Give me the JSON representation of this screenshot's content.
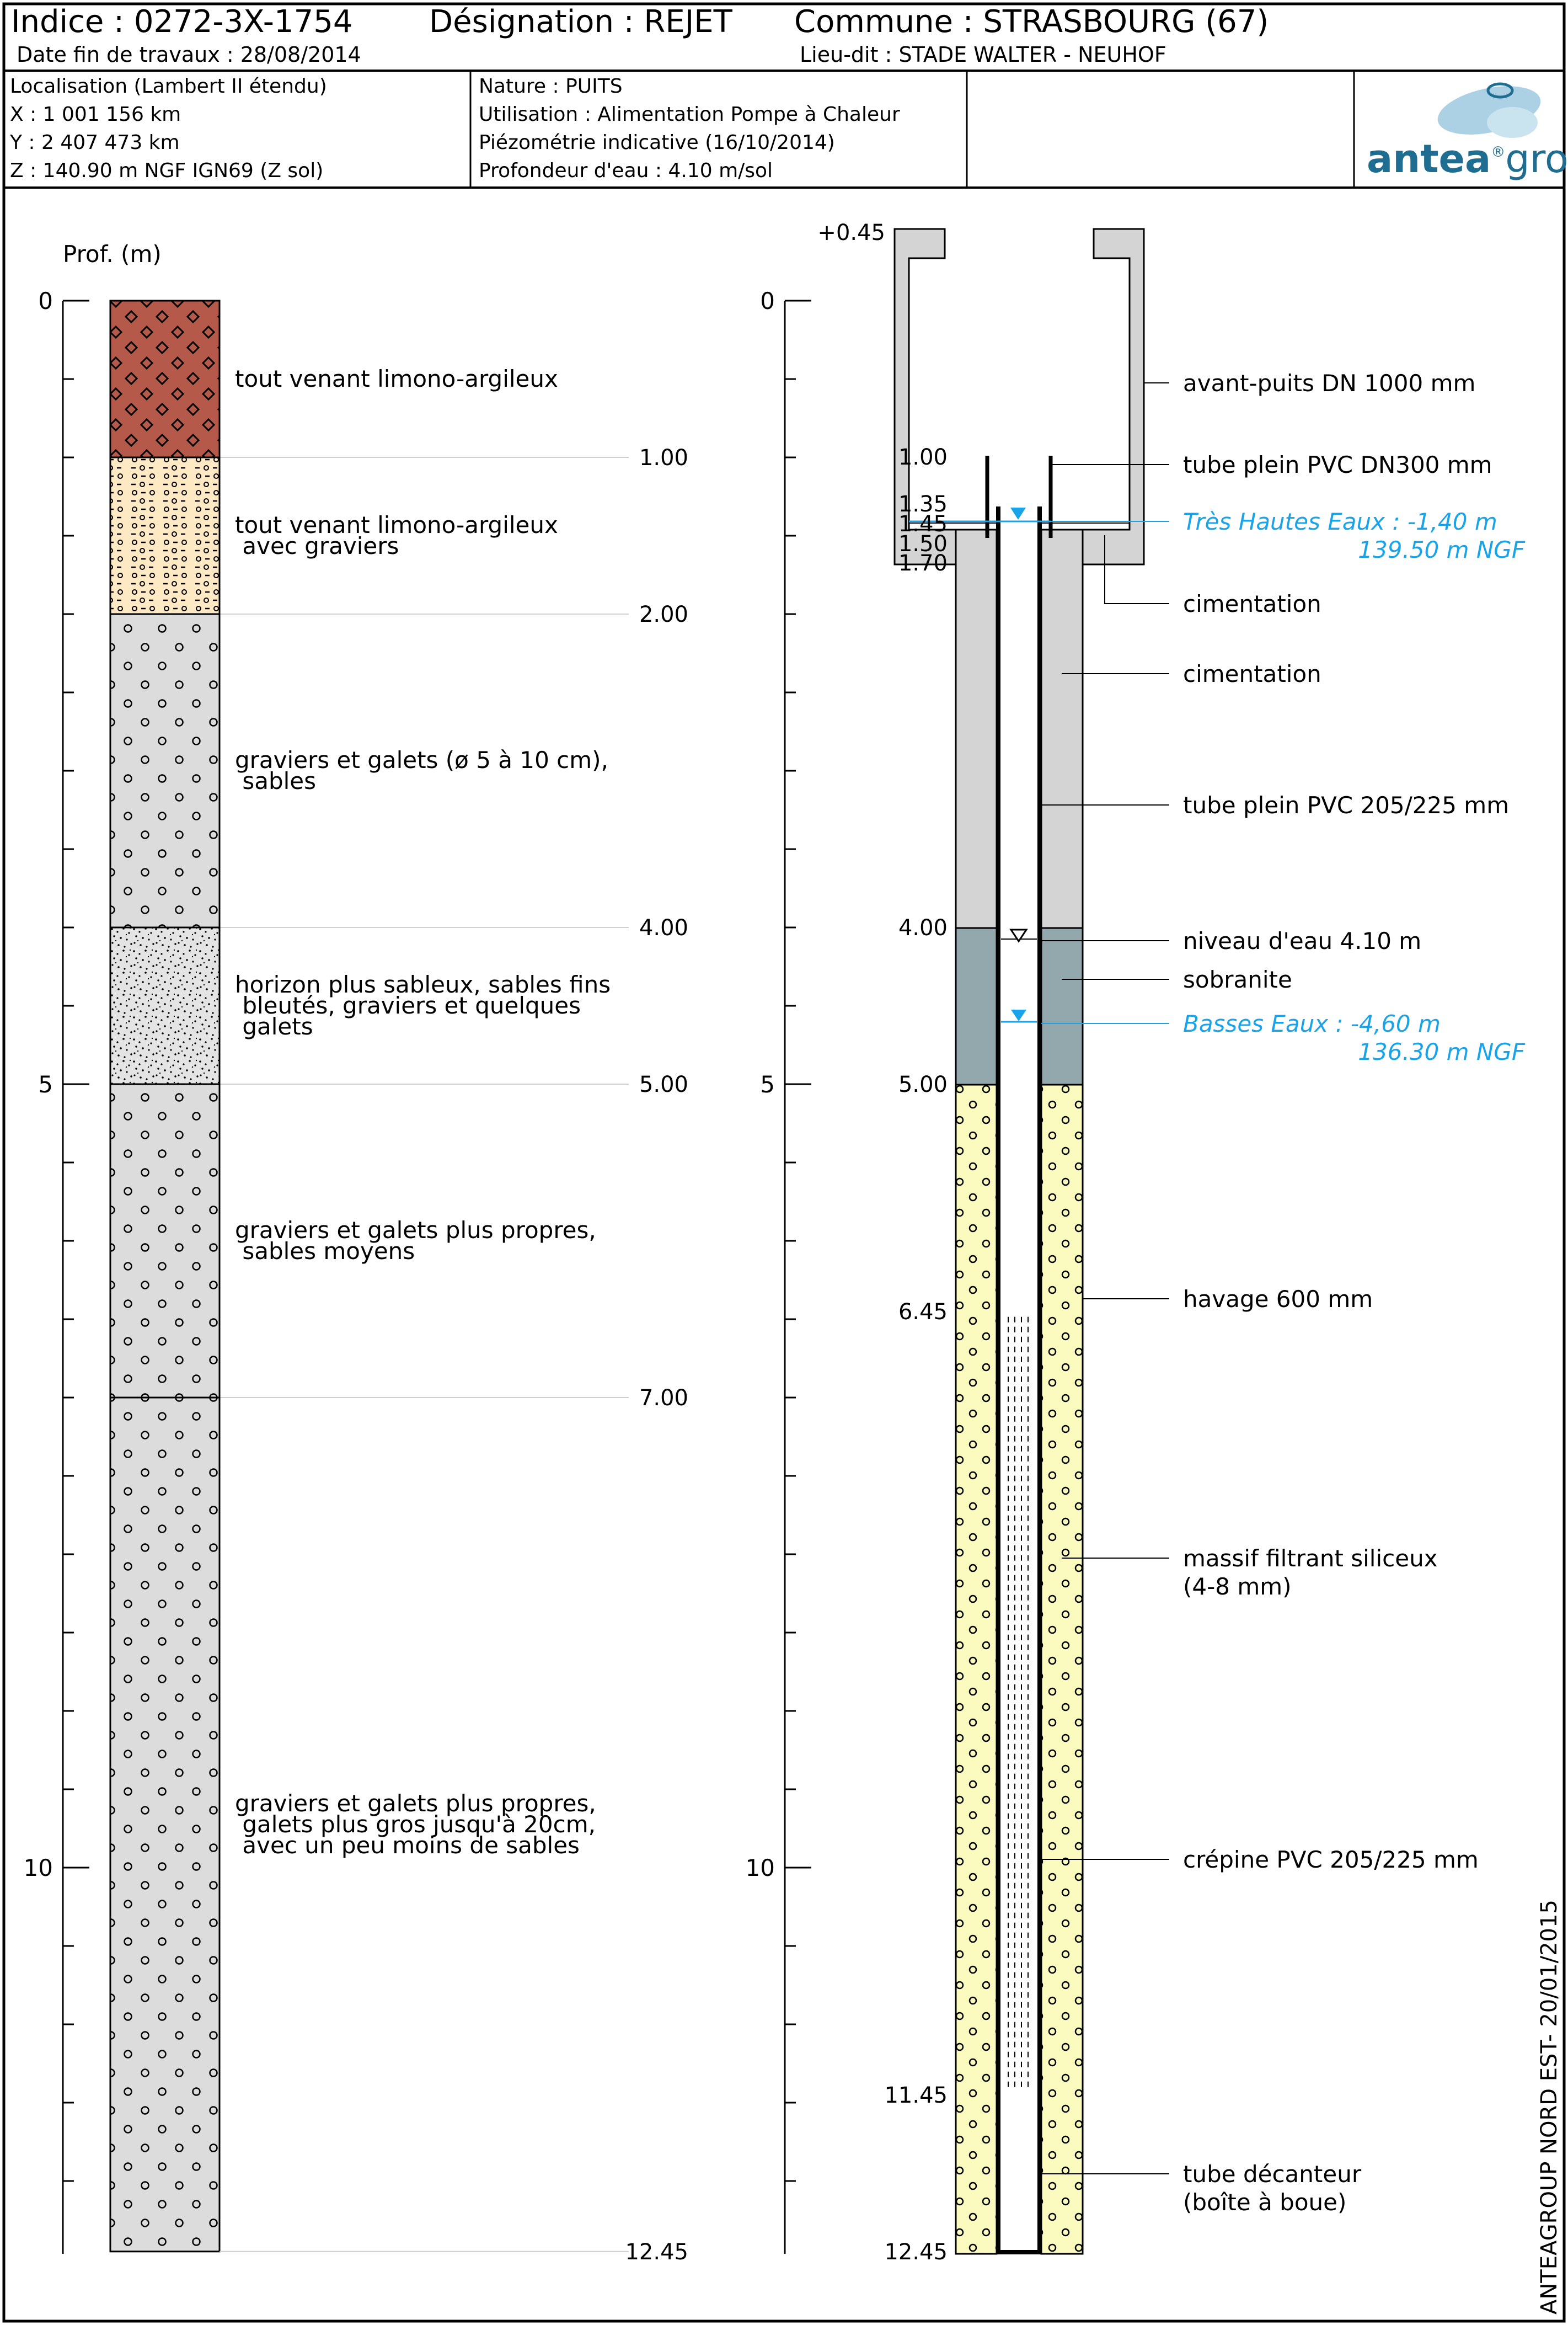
{
  "header": {
    "indice": "Indice : 0272-3X-1754",
    "designation": "Désignation : REJET",
    "commune": "Commune :  STRASBOURG (67)",
    "date_fin": "Date fin de travaux : 28/08/2014",
    "lieu_dit": "Lieu-dit : STADE WALTER - NEUHOF",
    "localisation": "Localisation (Lambert II étendu)",
    "x": "X : 1 001 156 km",
    "y": "Y : 2 407 473 km",
    "z": "Z : 140.90 m NGF IGN69 (Z sol)",
    "nature": "Nature : PUITS",
    "utilisation": "Utilisation : Alimentation Pompe à Chaleur",
    "piezometrie": "Piézométrie indicative (16/10/2014)",
    "profondeur_eau": "Profondeur d'eau : 4.10 m/sol",
    "logo_name": "antea",
    "logo_suffix": "group",
    "logo_reg": "®"
  },
  "colors": {
    "fill_brown": "#b5594a",
    "fill_beige": "#fde9c4",
    "fill_grey": "#dcdcdc",
    "fill_tube": "#d4d4d4",
    "fill_sobranite": "#92a8ac",
    "fill_gravel_pack": "#fbfbc0",
    "water_blue": "#1aa3e8",
    "logo_blue": "#1f6d91"
  },
  "log": {
    "axis_title": "Prof. (m)",
    "axis_ticks": [
      "0",
      "5",
      "10"
    ],
    "layers": [
      {
        "from": 0,
        "to": 1.0,
        "pattern": "diamond",
        "lines": [
          "tout venant limono-argileux"
        ],
        "depth_label": "1.00"
      },
      {
        "from": 1.0,
        "to": 2.0,
        "pattern": "dashdot",
        "lines": [
          "tout venant limono-argileux",
          " avec graviers"
        ],
        "depth_label": "2.00"
      },
      {
        "from": 2.0,
        "to": 4.0,
        "pattern": "circles",
        "lines": [
          "graviers et galets (ø 5 à 10 cm),",
          " sables"
        ],
        "depth_label": "4.00"
      },
      {
        "from": 4.0,
        "to": 5.0,
        "pattern": "sand",
        "lines": [
          "horizon plus sableux, sables fins",
          " bleutés, graviers et quelques",
          " galets"
        ],
        "depth_label": "5.00"
      },
      {
        "from": 5.0,
        "to": 7.0,
        "pattern": "circles",
        "lines": [
          "graviers et galets plus propres,",
          " sables moyens"
        ],
        "depth_label": "7.00"
      },
      {
        "from": 7.0,
        "to": 12.45,
        "pattern": "circles",
        "lines": [
          "graviers et galets plus propres,",
          " galets plus gros jusqu'à 20cm,",
          " avec un peu moins de sables"
        ],
        "depth_label": "12.45"
      }
    ]
  },
  "well": {
    "axis_ticks": [
      "0",
      "5",
      "10"
    ],
    "top_label": "+0.45",
    "depth_labels": [
      {
        "d": 1.0,
        "text": "1.00"
      },
      {
        "d": 1.35,
        "text": "1.35"
      },
      {
        "d": 1.45,
        "text": "1.45"
      },
      {
        "d": 1.5,
        "text": "1.50"
      },
      {
        "d": 1.7,
        "text": "1.70"
      },
      {
        "d": 4.0,
        "text": "4.00"
      },
      {
        "d": 5.0,
        "text": "5.00"
      },
      {
        "d": 6.45,
        "text": "6.45"
      },
      {
        "d": 11.45,
        "text": "11.45"
      },
      {
        "d": 12.45,
        "text": "12.45"
      }
    ],
    "annotations": [
      {
        "text": "avant-puits DN 1000 mm"
      },
      {
        "text": "tube plein PVC DN300 mm"
      },
      {
        "text": "Très Hautes Eaux : -1,40 m",
        "text2": "139.50 m NGF",
        "blue": true
      },
      {
        "text": "cimentation"
      },
      {
        "text": "cimentation"
      },
      {
        "text": "tube plein PVC 205/225 mm"
      },
      {
        "text": "niveau d'eau 4.10 m"
      },
      {
        "text": "sobranite"
      },
      {
        "text": "Basses Eaux : -4,60 m",
        "text2": "136.30 m NGF",
        "blue": true
      },
      {
        "text": "havage 600 mm"
      },
      {
        "text": "massif filtrant siliceux",
        "text2": "(4-8 mm)"
      },
      {
        "text": "crépine PVC 205/225 mm"
      },
      {
        "text": "tube décanteur",
        "text2": "(boîte à boue)"
      }
    ],
    "water_level": 4.1,
    "high_water_level": 1.4,
    "low_water_level": 4.6,
    "screen_from": 6.45,
    "screen_to": 11.45
  },
  "footer": {
    "vertical_stamp": "ANTEAGROUP NORD EST- 20/01/2015"
  }
}
